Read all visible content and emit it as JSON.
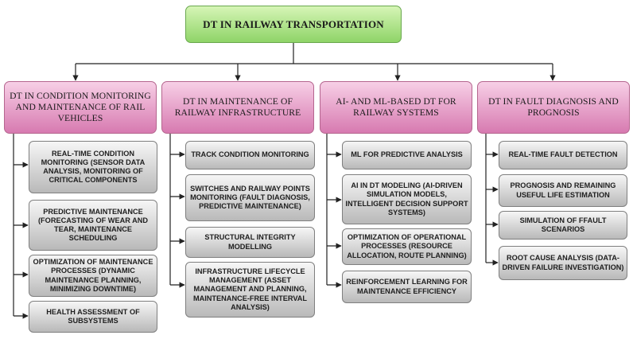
{
  "root": {
    "label": "DT IN RAILWAY TRANSPORTATION"
  },
  "categories": [
    {
      "label": "DT IN CONDITION MONITORING AND MAINTENANCE OF RAIL VEHICLES",
      "items": [
        "REAL-TIME CONDITION MONITORING (SENSOR DATA ANALYSIS, MONITORING OF CRITICAL COMPONENTS",
        "PREDICTIVE MAINTENANCE (FORECASTING OF WEAR AND TEAR, MAINTENANCE SCHEDULING",
        "OPTIMIZATION OF MAINTENANCE PROCESSES (DYNAMIC MAINTENANCE PLANNING, MINIMIZING DOWNTIME)",
        "HEALTH ASSESSMENT OF SUBSYSTEMS"
      ]
    },
    {
      "label": "DT IN MAINTENANCE OF RAILWAY INFRASTRUCTURE",
      "items": [
        "TRACK CONDITION MONITORING",
        "SWITCHES AND RAILWAY POINTS MONITORING (FAULT DIAGNOSIS, PREDICTIVE MAINTENANCE)",
        "STRUCTURAL INTEGRITY MODELLING",
        "INFRASTRUCTURE LIFECYCLE MANAGEMENT (ASSET MANAGEMENT AND PLANNING, MAINTENANCE-FREE INTERVAL ANALYSIS)"
      ]
    },
    {
      "label": "AI- AND ML-BASED DT FOR RAILWAY SYSTEMS",
      "items": [
        "ML FOR PREDICTIVE ANALYSIS",
        "AI IN DT MODELING (AI-DRIVEN SIMULATION MODELS, INTELLIGENT DECISION SUPPORT SYSTEMS)",
        "OPTIMIZATION OF OPERATIONAL PROCESSES (RESOURCE ALLOCATION, ROUTE PLANNING)",
        "REINFORCEMENT LEARNING FOR MAINTENANCE EFFICIENCY"
      ]
    },
    {
      "label": "DT IN FAULT DIAGNOSIS AND PROGNOSIS",
      "items": [
        "REAL-TIME FAULT DETECTION",
        "PROGNOSIS AND REMAINING USEFUL LIFE ESTIMATION",
        "SIMULATION OF FFAULT SCENARIOS",
        "ROOT CAUSE ANALYSIS (DATA-DRIVEN FAILURE INVESTIGATION)"
      ]
    }
  ]
}
